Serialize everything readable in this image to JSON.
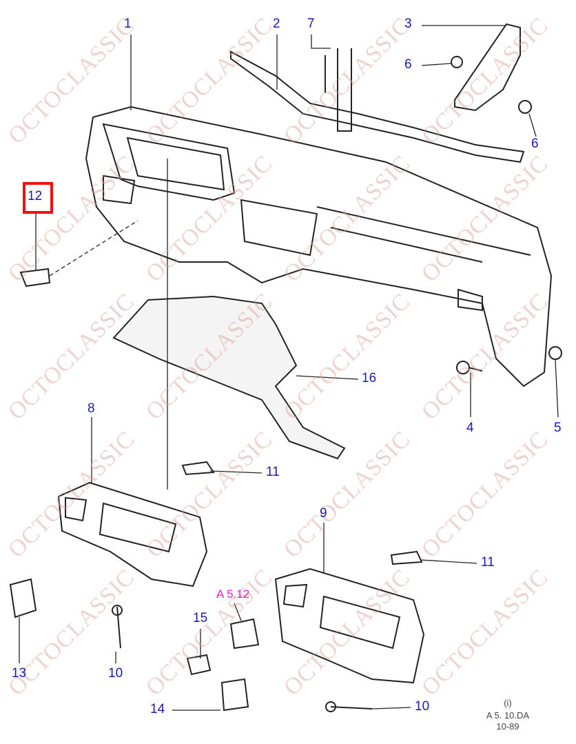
{
  "watermark": "OCTOCLASSIC",
  "callouts": {
    "c1": "1",
    "c2": "2",
    "c3": "3",
    "c4": "4",
    "c5": "5",
    "c6a": "6",
    "c6b": "6",
    "c7": "7",
    "c8": "8",
    "c9": "9",
    "c10a": "10",
    "c10b": "10",
    "c11a": "11",
    "c11b": "11",
    "c12": "12",
    "c13": "13",
    "c14": "14",
    "c15": "15",
    "c16": "16"
  },
  "reference": "A 5.12",
  "footer": {
    "symbol": "(i)",
    "code": "A 5. 10.DA",
    "date": "10-89"
  },
  "colors": {
    "callout": "#1a1ab8",
    "highlight": "#ee1111",
    "reference": "#e020c0"
  }
}
